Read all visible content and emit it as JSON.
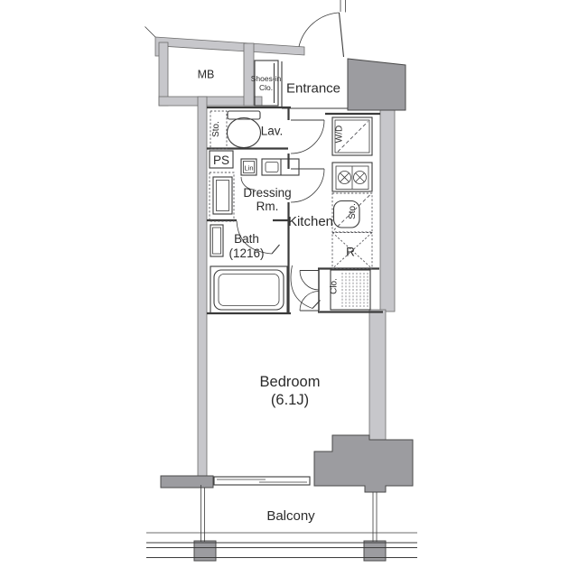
{
  "floorplan": {
    "colors": {
      "wall-fill": "#c7c7cb",
      "pillar-fill": "#9c9ca0",
      "line": "#3b3b3b",
      "text": "#2b2b2b"
    },
    "labels": {
      "mb": "MB",
      "shoes_closet_1": "Shoes-in",
      "shoes_closet_2": "Clo.",
      "entrance": "Entrance",
      "storage_lav": "Sto.",
      "lavatory": "Lav.",
      "pipe_space": "PS",
      "linen": "Lin",
      "dressing_1": "Dressing",
      "dressing_2": "Rm.",
      "bath_1": "Bath",
      "bath_2": "(1216)",
      "kitchen": "Kitchen",
      "washer_dryer": "W/D",
      "storage_kitchen": "Sto.",
      "refrigerator": "R",
      "closet": "Clo.",
      "bedroom_1": "Bedroom",
      "bedroom_2": "(6.1J)",
      "balcony": "Balcony"
    }
  }
}
